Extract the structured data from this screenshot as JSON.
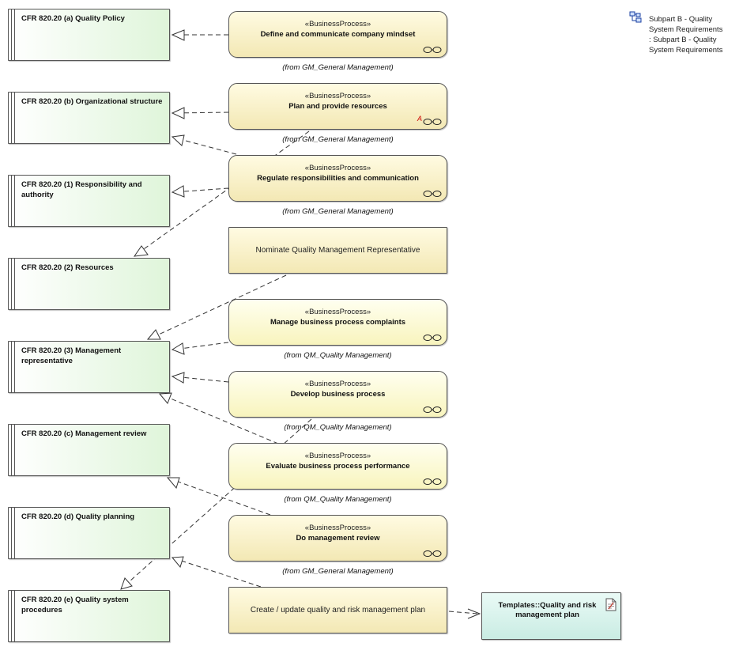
{
  "legend": {
    "line1": "Subpart B - Quality",
    "line2": "System Requirements",
    "line3": ": Subpart B - Quality",
    "line4": "System Requirements",
    "icon": "package-icon"
  },
  "requirements": [
    {
      "id": "a",
      "title": "CFR 820.20 (a) Quality Policy"
    },
    {
      "id": "b",
      "title": "CFR 820.20 (b) Organizational structure"
    },
    {
      "id": "1",
      "title": "CFR 820.20 (1) Responsibility and authority"
    },
    {
      "id": "2",
      "title": "CFR 820.20 (2) Resources"
    },
    {
      "id": "3",
      "title": "CFR 820.20 (3) Management representative"
    },
    {
      "id": "c",
      "title": "CFR 820.20 (c) Management review"
    },
    {
      "id": "d",
      "title": "CFR 820.20 (d) Quality planning"
    },
    {
      "id": "e",
      "title": "CFR 820.20 (e) Quality system procedures"
    }
  ],
  "processes": [
    {
      "stereotype": "«BusinessProcess»",
      "name": "Define and communicate company mindset",
      "from": "(from GM_General Management)"
    },
    {
      "stereotype": "«BusinessProcess»",
      "name": "Plan and provide resources",
      "from": "(from GM_General Management)",
      "warning": "A"
    },
    {
      "stereotype": "«BusinessProcess»",
      "name": "Regulate responsibilities and communication",
      "from": "(from GM_General Management)"
    },
    {
      "stereotype": "«BusinessProcess»",
      "name": "Manage business process complaints",
      "from": "(from QM_Quality Management)"
    },
    {
      "stereotype": "«BusinessProcess»",
      "name": "Develop business process",
      "from": "(from QM_Quality Management)"
    },
    {
      "stereotype": "«BusinessProcess»",
      "name": "Evaluate business process performance",
      "from": "(from QM_Quality Management)"
    },
    {
      "stereotype": "«BusinessProcess»",
      "name": "Do management review",
      "from": "(from GM_General Management)"
    }
  ],
  "activities": [
    {
      "name": "Nominate Quality Management Representative"
    },
    {
      "name": "Create / update quality and risk management plan"
    }
  ],
  "artifact": {
    "title": "Templates::Quality and risk management plan",
    "icon": "document-icon"
  },
  "colors": {
    "requirement_fill": "#dff5da",
    "process_fill": "#f3e8b4",
    "artifact_fill": "#c9ece3",
    "line": "#333333"
  }
}
